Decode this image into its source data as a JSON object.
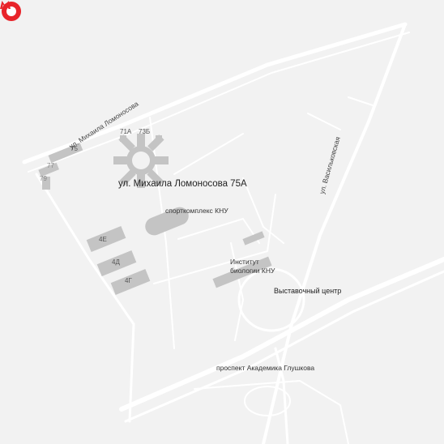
{
  "map": {
    "pin_label": "ул. Михаила Ломоносова 75А",
    "pin_color": "#e8242a",
    "metro_color": "#e8242a",
    "metro_label": "Выставочный центр",
    "streets": {
      "lomonosova": "ул. Михаила Ломоносова",
      "vasylkivska": "ул. Васильковская",
      "glushkova": "проспект Академика Глушкова"
    },
    "buildings": {
      "sport": "спорткомплекс КНУ",
      "bio_line1": "Институт",
      "bio_line2": "биологии КНУ",
      "b71a": "71А",
      "b73b": "73Б",
      "b75": "75",
      "b77": "77",
      "b79": "79",
      "b4e": "4Е",
      "b4d": "4Д",
      "b4g": "4Г"
    },
    "colors": {
      "background": "#f2f2f2",
      "road": "#ffffff",
      "building": "#c4c4c4"
    }
  }
}
